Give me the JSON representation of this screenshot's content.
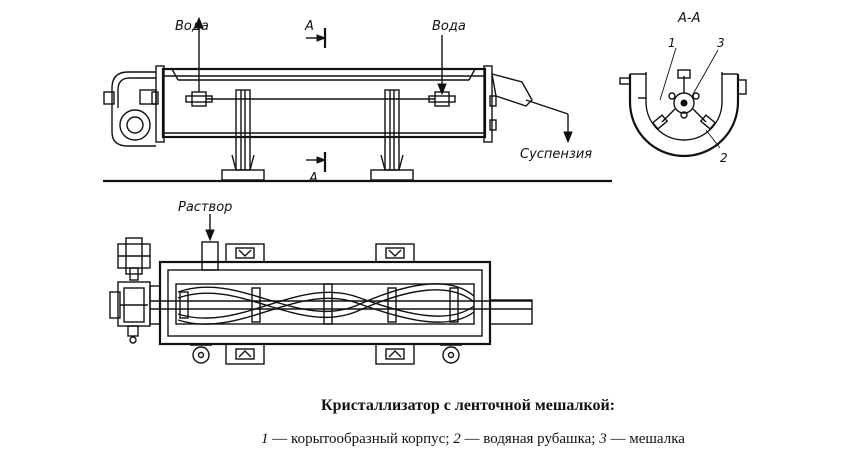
{
  "labels": {
    "water_left": "Вода",
    "water_right": "Вода",
    "section_top": "A",
    "section_bottom": "A",
    "section_view": "A-A",
    "suspension": "Суспензия",
    "solution": "Раствор",
    "part_1": "1",
    "part_2": "2",
    "part_3": "3"
  },
  "caption": {
    "title": "Кристаллизатор с ленточной мешалкой:",
    "legend": [
      {
        "num": "1",
        "text": " — корытообразный корпус; "
      },
      {
        "num": "2",
        "text": " — водяная рубашка; "
      },
      {
        "num": "3",
        "text": " — мешалка"
      }
    ]
  }
}
